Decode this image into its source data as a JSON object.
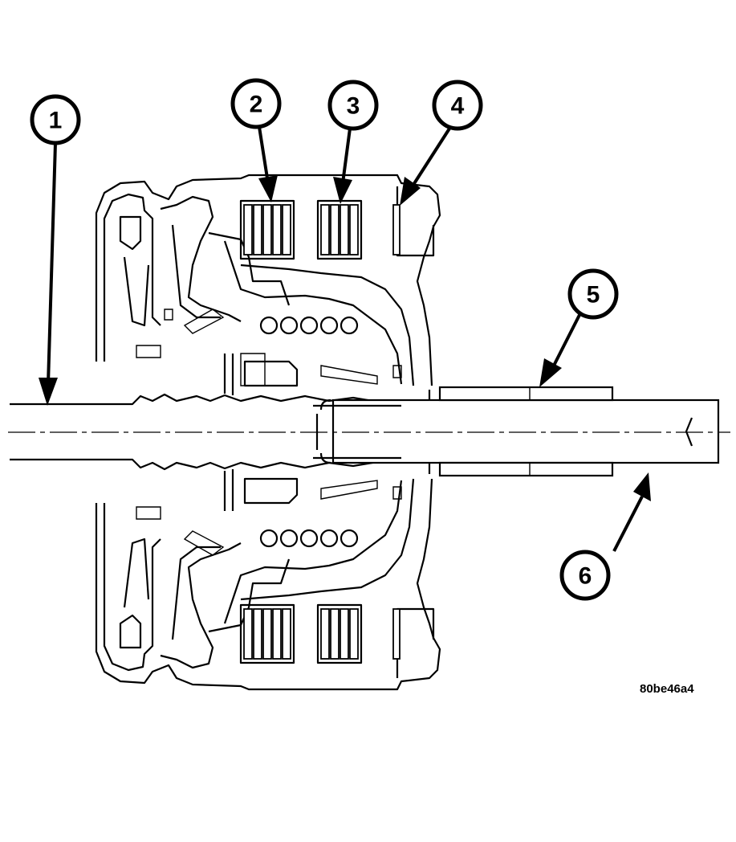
{
  "figure_id": "80be46a4",
  "callouts": [
    {
      "label": "1"
    },
    {
      "label": "2"
    },
    {
      "label": "3"
    },
    {
      "label": "4"
    },
    {
      "label": "5"
    },
    {
      "label": "6"
    }
  ],
  "colors": {
    "line": "#000000",
    "background": "#ffffff"
  }
}
